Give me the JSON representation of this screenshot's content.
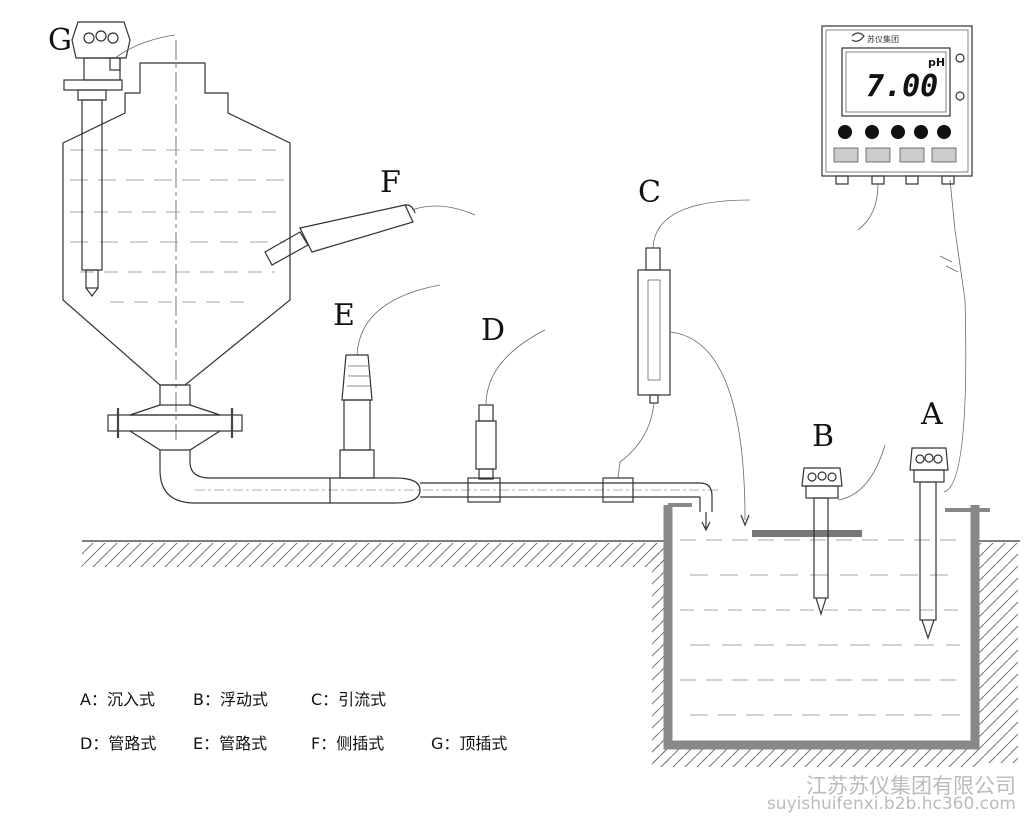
{
  "labels": {
    "A": "A",
    "B": "B",
    "C": "C",
    "D": "D",
    "E": "E",
    "F": "F",
    "G": "G"
  },
  "meter": {
    "brand": "苏仪集团",
    "display_value": "7.00",
    "unit": "pH"
  },
  "legend": {
    "row1": [
      "A：沉入式",
      "B：浮动式",
      "C：引流式"
    ],
    "row2": [
      "D：管路式",
      "E：管路式",
      "F：侧插式",
      "G：顶插式"
    ]
  },
  "watermark": {
    "company": "江苏苏仪集团有限公司",
    "site": "suyishuifenxi.b2b.hc360.com"
  },
  "colors": {
    "line": "#333333",
    "water_fill": "#ffffff",
    "tank_wall": "#888888",
    "watermark": "#bbbbbb"
  }
}
